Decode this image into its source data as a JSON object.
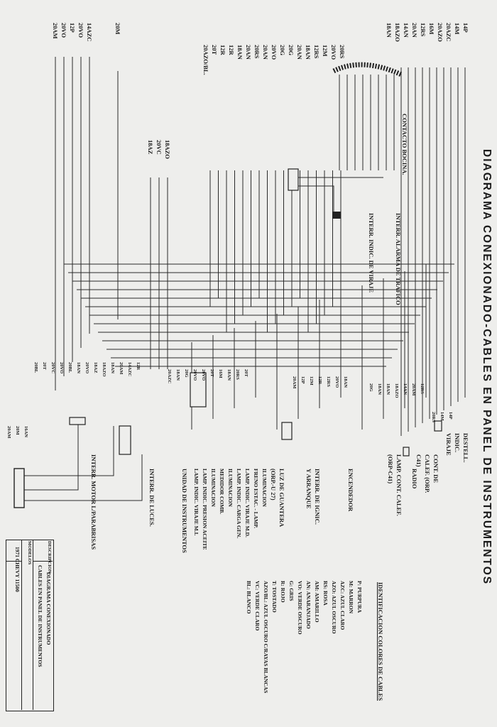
{
  "title": "DIAGRAMA CONEXIONADO-CABLES EN PANEL DE INSTRUMENTOS",
  "wire_groups": {
    "right_top": [
      "14P",
      "14M",
      "20AZC",
      "20AZO",
      "16M",
      "12RS",
      "20AN",
      "14AN",
      "18AZO",
      "18AN"
    ],
    "mid_top": [
      "20RS",
      "20VO",
      "12M",
      "12RS",
      "18AN",
      "20AN",
      "20G",
      "20G",
      "20VO",
      "20AN",
      "20RS",
      "20AN",
      "18AN",
      "12R",
      "12R",
      "20T",
      "20AZO/BL."
    ],
    "left_top": [
      "18AZO",
      "20VC",
      "18AZ"
    ],
    "far_left": [
      "14AZC",
      "20VO",
      "12P",
      "20VO",
      "20AM"
    ],
    "left_mid": [
      "20M"
    ]
  },
  "components": {
    "contacto_bocina": "CONTACTO BOCINA.",
    "alarma": "INTERR. ALARMA DE TRAFICO",
    "indic_viraje": "INTERR. INDIC. DE VIRAJE",
    "destell": [
      "DESTELL.",
      "INDIC.",
      "VIRAJE"
    ],
    "cont_calef": [
      "CONT. DE",
      "CALEF. (ORP.",
      "C41)"
    ],
    "radio": "RADIO",
    "lamp_calef": [
      "LAMP. CONT. CALEF.",
      "(ORP-C41)"
    ],
    "encendedor": "ENCENDEDOR",
    "ignic": [
      "INTERR. DE IGNIC.",
      "Y ARRANQUE"
    ],
    "guantera": [
      "LUZ DE GUANTERA",
      "(ORP.-U 27)"
    ],
    "unidad": "UNIDAD DE INSTRUMENTOS",
    "luces": "INTERR. DE LUCES.",
    "motor": "INTERR. MOTOR L/PARABRISAS"
  },
  "unit_list": [
    "ILUMINACION",
    "FRENO ESTAC. - LAMP.",
    "LAMP. INDIC. VIRAJE M.D.",
    "LAMP. INDIC. CARGA GEN.",
    "ILUMINACION",
    "MEDIDOR COMB.",
    "ILUMINACION",
    "LAMP. INDIC. PRESION ACEITE",
    "LAMP. INDIC. VIRAJE M.I."
  ],
  "wire_tags": {
    "destell_tags": [
      "14P",
      "14M",
      "20RS"
    ],
    "cont_tags": [
      "12RS",
      "20AM",
      "14AN",
      "18AZO",
      "18AN",
      "18AN",
      "20G"
    ],
    "center": [
      "18AN",
      "20VO",
      "12RS",
      "12R",
      "12M",
      "12P",
      "20AM"
    ],
    "unit_tags": [
      "20T",
      "20RS",
      "18AN",
      "16M",
      "20T",
      "20VO",
      "20VO",
      "20G",
      "18AN",
      "20AZC"
    ],
    "lower": [
      "12R",
      "14AZC",
      "20AM",
      "18AN",
      "18AZO",
      "18AZ",
      "20VO",
      "18AN",
      "20BL",
      "20VO",
      "20VC",
      "20T",
      "20BL"
    ],
    "bottom": [
      "16AN",
      "20M",
      "20AM"
    ]
  },
  "legend": {
    "heading": "IDENTIFICACION COLORES DE CABLES",
    "items": [
      "P: PURPURA",
      "M: MARRON",
      "AZC: AZUL CLARO",
      "AZO: AZUL OSCURO",
      "RS: ROSA",
      "AM: AMARILLO",
      "AN: ANARANJADO",
      "VO: VERDE OSCURO",
      "G: GRIS",
      "R: ROJO",
      "T: TOSTADO",
      "AZO/BL: AZUL OSCURO C/RAYAS BLANCAS",
      "VC: VERDE CLARO",
      "BL: BLANCO"
    ]
  },
  "title_block": {
    "desc_label": "DESCRIPCION",
    "desc_value": [
      "DIAGRAMA CONEXIONADO",
      "CABLES EN PANEL DE INSTRUMENTOS"
    ],
    "models_label": "MODELOS",
    "models_value": "1971 CHEVY 11500"
  },
  "colors": {
    "ink": "#1a1a1a",
    "paper": "#eeeeec"
  }
}
